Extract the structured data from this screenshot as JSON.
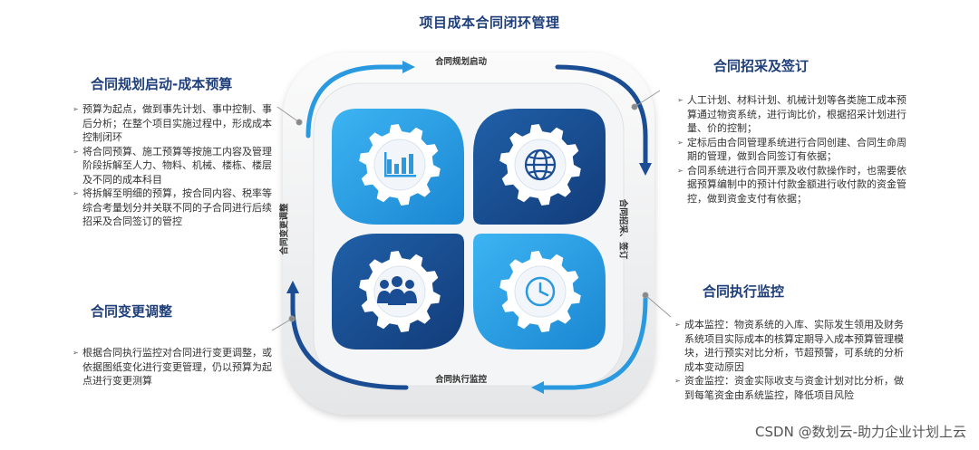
{
  "title": "项目成本合同闭环管理",
  "stages": {
    "top": "合同规划启动",
    "right": "合同招采、签订",
    "bottom": "合同执行监控",
    "left": "合同变更调整"
  },
  "sections": {
    "planning": {
      "heading": "合同规划启动-成本预算",
      "bullets": [
        "预算为起点，做到事先计划、事中控制、事后分析；在整个项目实施过程中，形成成本控制闭环",
        "将合同预算、施工预算等按施工内容及管理阶段拆解至人力、物料、机械、楼栋、楼层及不同的成本科目",
        "将拆解至明细的预算，按合同内容、税率等综合考量划分并关联不同的子合同进行后续招采及合同签订的管控"
      ]
    },
    "procurement": {
      "heading": "合同招采及签订",
      "bullets": [
        "人工计划、材料计划、机械计划等各类施工成本预算通过物资系统，进行询比价，根据招采计划进行量、价的控制；",
        "定标后由合同管理系统进行合同创建、合同生命周期的管理，做到合同签订有依据；",
        "合同系统进行合同开票及收付款操作时，也需要依据预算编制中的预计付款金额进行收付款的资金管控，做到资金支付有依据；"
      ]
    },
    "change": {
      "heading": "合同变更调整",
      "bullets": [
        "根据合同执行监控对合同进行变更调整，或依据图纸变化进行变更管理，仍以预算为起点进行变更测算"
      ]
    },
    "monitoring": {
      "heading": "合同执行监控",
      "bullets": [
        "成本监控：物资系统的入库、实际发生领用及财务系统项目实际成本的核算定期导入成本预算管理模块，进行预实对比分析，节超预警，可系统的分析成本变动原因",
        "资金监控：资金实际收支与资金计划对比分析，做到每笔资金由系统监控，降低项目风险"
      ]
    }
  },
  "icons": {
    "top_left": "bar-chart-icon",
    "top_right": "globe-icon",
    "bottom_left": "team-icon",
    "bottom_right": "clock-icon"
  },
  "colors": {
    "light_blue": "#2a9ae0",
    "dark_blue": "#1a4d93",
    "navy": "#1f3f7a"
  },
  "watermark": "CSDN @数划云-助力企业计划上云"
}
